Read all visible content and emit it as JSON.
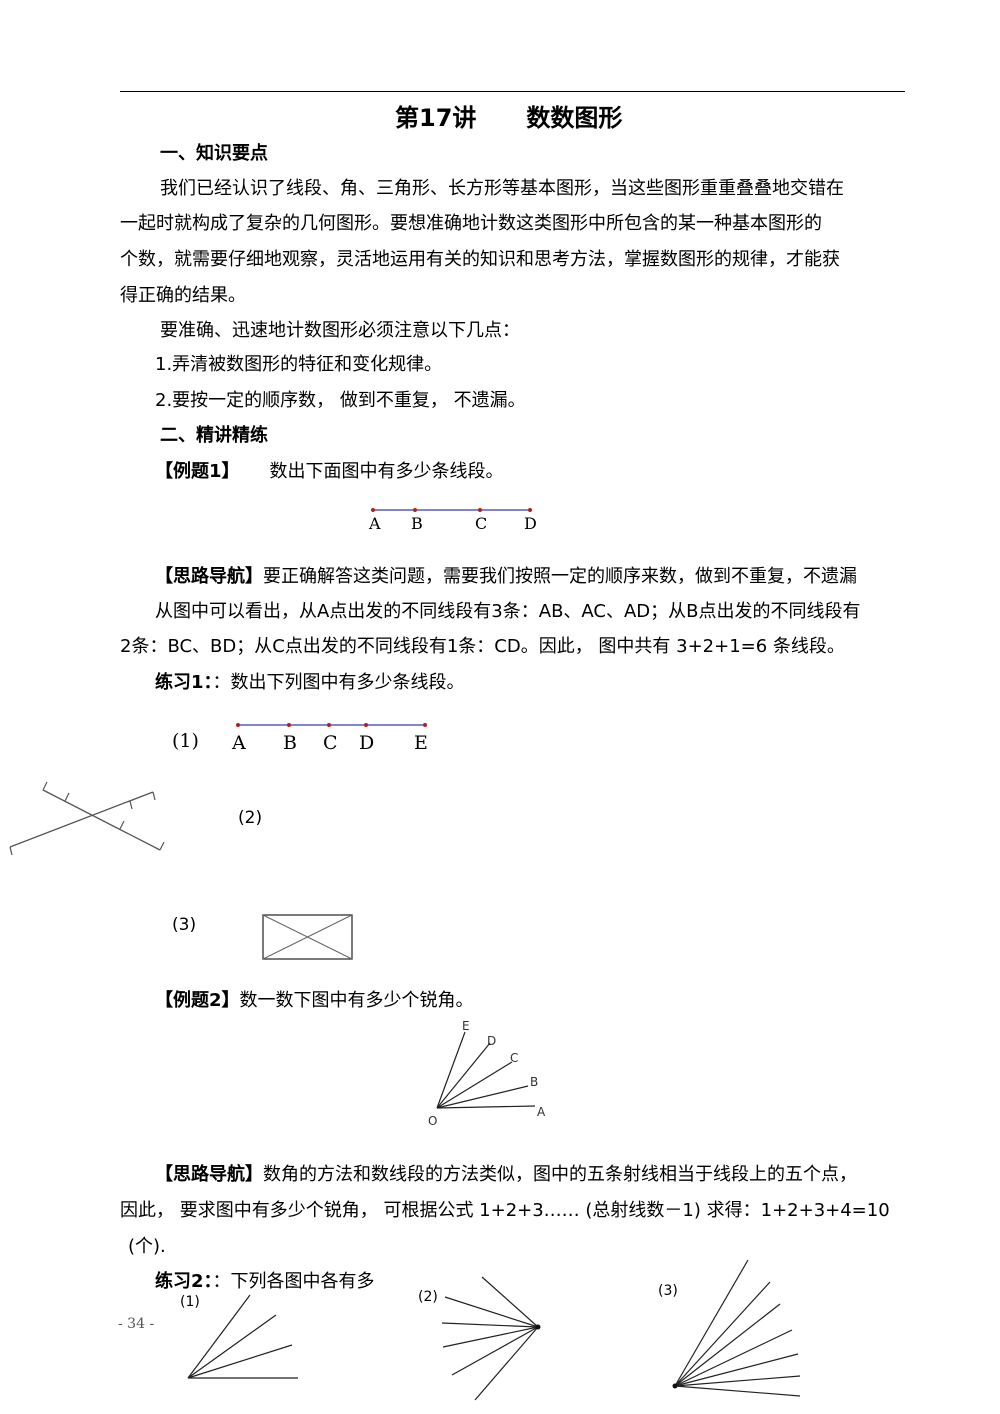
{
  "title": {
    "lecture": "第17讲",
    "topic": "数数图形"
  },
  "section1": {
    "heading": "一、知识要点",
    "para_lines": [
      "我们已经认识了线段、角、三角形、长方形等基本图形，当这些图形重重叠叠地交错在",
      "一起时就构成了复杂的几何图形。要想准确地计数这类图形中所包含的某一种基本图形的",
      "个数，就需要仔细地观察，灵活地运用有关的知识和思考方法，掌握数图形的规律，才能获",
      "得正确的结果。"
    ],
    "intro": "要准确、迅速地计数图形必须注意以下几点：",
    "points": [
      "1.弄清被数图形的特征和变化规律。",
      "2.要按一定的顺序数， 做到不重复， 不遗漏。"
    ]
  },
  "section2": {
    "heading": "二、精讲精练"
  },
  "example1": {
    "label": "【例题1】",
    "question": "数出下面图中有多少条线段。",
    "points": [
      "A",
      "B",
      "C",
      "D"
    ]
  },
  "hint1": {
    "label": "【思路导航】",
    "line1": "要正确解答这类问题，需要我们按照一定的顺序来数，做到不重复，不遗漏",
    "line2": "从图中可以看出，从A点出发的不同线段有3条：AB、AC、AD；从B点出发的不同线段有",
    "line3": "2条：BC、BD；从C点出发的不同线段有1条：CD。因此， 图中共有 3+2+1=6 条线段。"
  },
  "practice1": {
    "label": "练习1：",
    "question": "：数出下列图中有多少条线段。",
    "fig1_label": "(1)",
    "fig1_points": [
      "A",
      "B",
      "C",
      "D",
      "E"
    ],
    "fig2_label": "(2)",
    "fig3_label": "(3)"
  },
  "example2": {
    "label": "【例题2】",
    "question": "数一数下图中有多少个锐角。",
    "vertex": "O",
    "rays": [
      "A",
      "B",
      "C",
      "D",
      "E"
    ]
  },
  "hint2": {
    "label": "【思路导航】",
    "line1": "数角的方法和数线段的方法类似，图中的五条射线相当于线段上的五个点，",
    "line2": "因此， 要求图中有多少个锐角， 可根据公式 1+2+3…… (总射线数－1) 求得：1+2+3+4=10",
    "line3": "(个)."
  },
  "practice2": {
    "label": "练习2：",
    "question": "：下列各图中各有多",
    "fig1_label": "(1)",
    "fig2_label": "(2)",
    "fig3_label": "(3)"
  },
  "page_number": "- 34 -"
}
